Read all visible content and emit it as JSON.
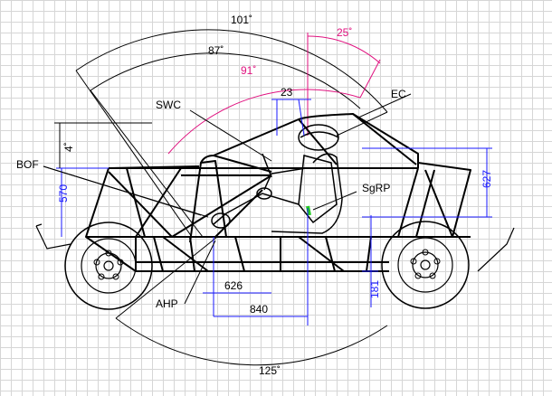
{
  "angles": {
    "a101": "101˚",
    "a87": "87˚",
    "a91": "91˚",
    "a25": "25˚",
    "a125": "125˚"
  },
  "dims": {
    "d23": "23",
    "d4": "4˚",
    "d570": "570",
    "d627": "627",
    "d626": "626",
    "d840": "840",
    "d181": "181"
  },
  "labels": {
    "swc": "SWC",
    "ec": "EC",
    "bof": "BOF",
    "sgrp": "SgRP",
    "ahp": "AHP"
  },
  "colors": {
    "line": "#000000",
    "dimension": "#1a1aff",
    "angle": "#e0117f",
    "marker": "#22cc22",
    "grid": "#d6d6d6"
  }
}
